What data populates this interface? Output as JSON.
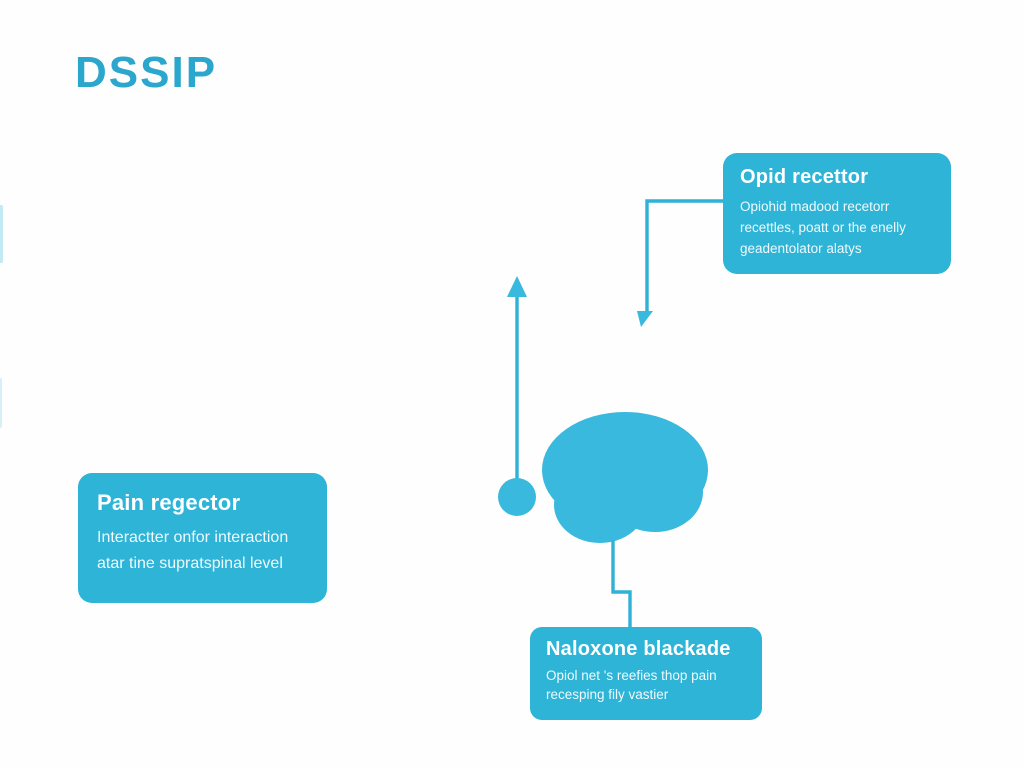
{
  "title": "DSSIP",
  "colors": {
    "accent_box": "#2db4d7",
    "accent_shape": "#3ab9de",
    "accent_line": "#2fb2d6",
    "title_text": "#2ba6cc",
    "box_text": "#ffffff",
    "background": "#fefefe"
  },
  "nodes": {
    "opioid_receptor": {
      "title": "Opid recettor",
      "body_lines": [
        "Opiohid madood recetorr",
        "recettles, poatt or the enelly",
        "geadentolator alatys"
      ]
    },
    "pain_receptor": {
      "title": "Pain regector",
      "body_lines": [
        "Interactter onfor interaction",
        "atar tine supratspinal level"
      ]
    },
    "naloxone_blockade": {
      "title": "Naloxone blackade",
      "body_lines": [
        "Opiol net 's reefies thop pain",
        "recesping fily vastier"
      ]
    }
  },
  "shapes": {
    "brain": "brain-silhouette",
    "up_arrow": "upward-arrow-from-dot",
    "elbow_connector": "elbow-line-with-down-arrowhead-from-opioid-box",
    "stem_connector": "stepped-line-brain-to-naloxone-box",
    "left_edge_fragments": "faint-cropped-shapes-at-left-edge"
  }
}
